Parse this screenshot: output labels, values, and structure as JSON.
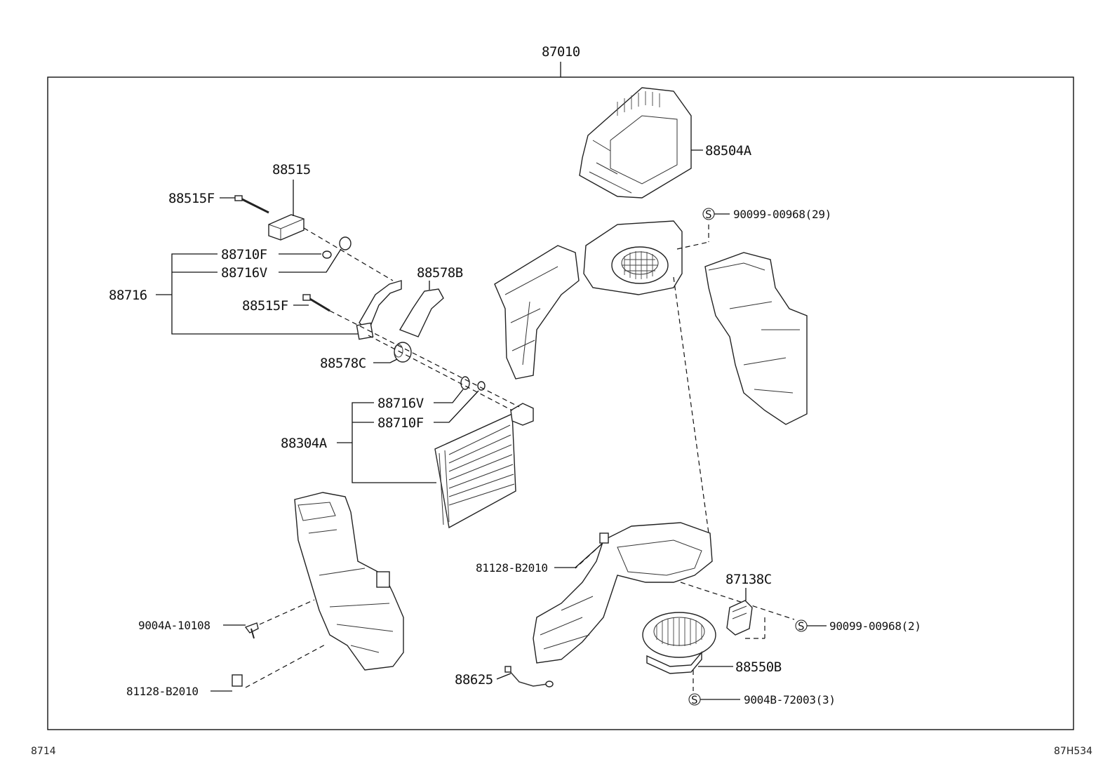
{
  "labels": {
    "assembly": "87010",
    "p88504A": "88504A",
    "p88515": "88515",
    "p88515F_top": "88515F",
    "p88710F_top": "88710F",
    "p88716V_top": "88716V",
    "p88716": "88716",
    "p88515F_mid": "88515F",
    "p88578B": "88578B",
    "p88578C": "88578C",
    "p88716V_low": "88716V",
    "p88710F_low": "88710F",
    "p88304A": "88304A",
    "s90099_29": "90099-00968(29)",
    "p81128_mid": "81128-B2010",
    "p87138C": "87138C",
    "s90099_2": "90099-00968(2)",
    "p9004A": "9004A-10108",
    "p88550B": "88550B",
    "p88625": "88625",
    "s9004B": "9004B-72003(3)",
    "p81128_low": "81128-B2010",
    "s_mark": "S"
  },
  "footer": {
    "page_code": "8714",
    "drawing_code": "87H534"
  }
}
